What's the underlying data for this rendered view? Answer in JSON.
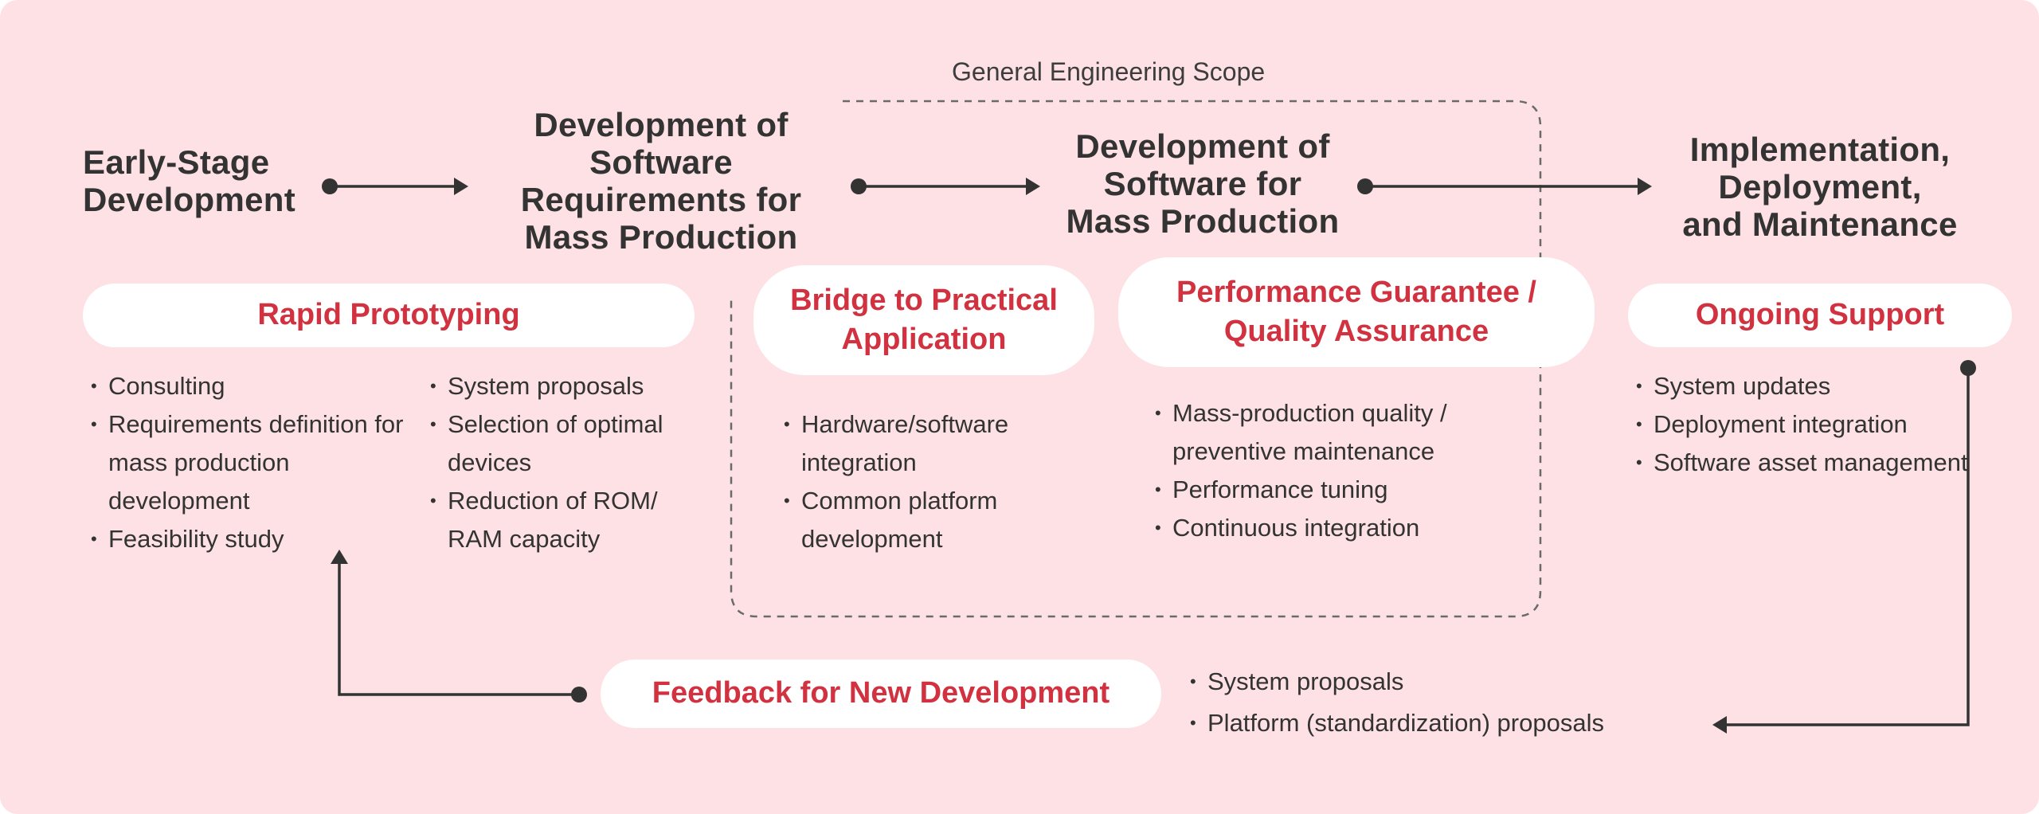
{
  "scope_label": "General Engineering Scope",
  "stages": [
    "Early-Stage\nDevelopment",
    "Development of\nSoftware\nRequirements for\nMass Production",
    "Development of\nSoftware for\nMass Production",
    "Implementation,\nDeployment,\nand Maintenance"
  ],
  "phases": {
    "rapid_prototyping": {
      "title": "Rapid Prototyping",
      "items_left": [
        "Consulting",
        "Requirements definition for mass production development",
        "Feasibility study"
      ],
      "items_right": [
        "System proposals",
        "Selection of optimal devices",
        "Reduction of ROM/ RAM capacity"
      ]
    },
    "bridge": {
      "title": "Bridge to Practical\nApplication",
      "items": [
        "Hardware/software integration",
        "Common platform development"
      ]
    },
    "performance": {
      "title": "Performance Guarantee /\nQuality Assurance",
      "items": [
        "Mass-production quality / preventive maintenance",
        "Performance tuning",
        "Continuous integration"
      ]
    },
    "support": {
      "title": "Ongoing Support",
      "items": [
        "System updates",
        "Deployment integration",
        "Software asset management"
      ]
    },
    "feedback": {
      "title": "Feedback for New Development",
      "items": [
        "System proposals",
        "Platform (standardization) proposals"
      ]
    }
  },
  "colors": {
    "background": "#fde1e4",
    "accent": "#d23240",
    "text": "#333333",
    "pill": "#ffffff"
  }
}
